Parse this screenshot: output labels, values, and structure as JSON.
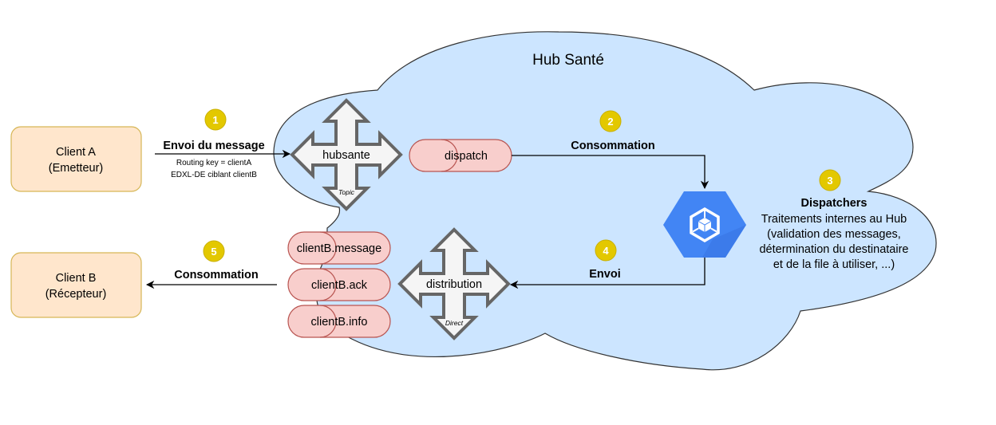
{
  "diagram": {
    "cloud": {
      "title": "Hub Santé",
      "fill": "#cce5ff",
      "stroke": "#333333"
    },
    "clients": [
      {
        "id": "client-a",
        "line1": "Client A",
        "line2": "(Emetteur)"
      },
      {
        "id": "client-b",
        "line1": "Client B",
        "line2": "(Récepteur)"
      }
    ],
    "client_colors": {
      "fill": "#ffe6cc",
      "stroke": "#d6b656"
    },
    "exchanges": [
      {
        "id": "hubsante",
        "label": "hubsante",
        "type": "Topic"
      },
      {
        "id": "distribution",
        "label": "distribution",
        "type": "Direct"
      }
    ],
    "queues": [
      {
        "id": "dispatch",
        "label": "dispatch"
      },
      {
        "id": "clientB-message",
        "label": "clientB.message"
      },
      {
        "id": "clientB-ack",
        "label": "clientB.ack"
      },
      {
        "id": "clientB-info",
        "label": "clientB.info"
      }
    ],
    "queue_colors": {
      "fill": "#f8cecc",
      "stroke": "#b85450"
    },
    "steps": [
      {
        "number": "1",
        "title": "Envoi du message",
        "sub1": "Routing key = clientA",
        "sub2": "EDXL-DE ciblant clientB"
      },
      {
        "number": "2",
        "title": "Consommation"
      },
      {
        "number": "3",
        "title": "Dispatchers",
        "lines": [
          "Traitements internes au Hub",
          "(validation des messages,",
          "détermination du destinataire",
          "et de la file à utiliser, ...)"
        ]
      },
      {
        "number": "4",
        "title": "Envoi"
      },
      {
        "number": "5",
        "title": "Consommation"
      }
    ],
    "badge_color": "#e3c800",
    "dispatcher_icon": {
      "name": "kubernetes-engine-icon",
      "color": "#4285f4"
    }
  }
}
